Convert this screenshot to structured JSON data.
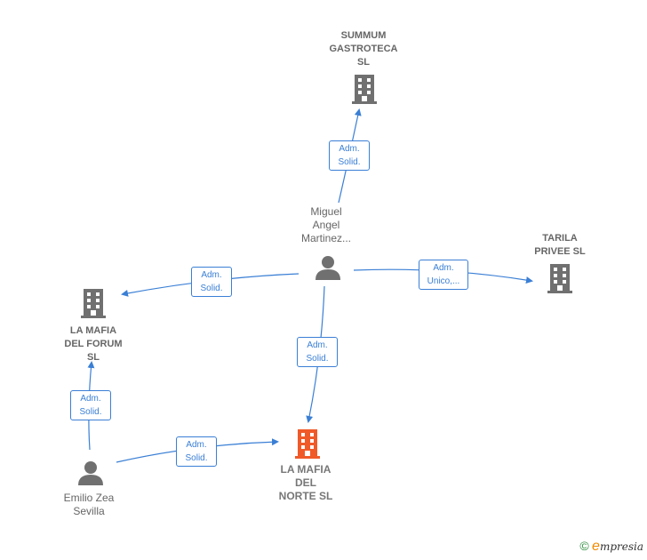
{
  "nodes": {
    "summum": {
      "label": "SUMMUM\nGASTROTECA\nSL",
      "kind": "company"
    },
    "tarila": {
      "label": "TARILA\nPRIVEE  SL",
      "kind": "company"
    },
    "forum": {
      "label": "LA MAFIA\nDEL FORUM\nSL",
      "kind": "company"
    },
    "norte": {
      "label": "LA MAFIA\nDEL\nNORTE  SL",
      "kind": "company-main"
    },
    "miguel": {
      "label": "Miguel\nAngel\nMartinez...",
      "kind": "person"
    },
    "emilio": {
      "label": "Emilio Zea\nSevilla",
      "kind": "person"
    }
  },
  "edges": [
    {
      "id": "miguel-summum",
      "label": "Adm.\nSolid."
    },
    {
      "id": "miguel-forum",
      "label": "Adm.\nSolid."
    },
    {
      "id": "miguel-tarila",
      "label": "Adm.\nUnico,..."
    },
    {
      "id": "miguel-norte",
      "label": "Adm.\nSolid."
    },
    {
      "id": "emilio-forum",
      "label": "Adm.\nSolid."
    },
    {
      "id": "emilio-norte",
      "label": "Adm.\nSolid."
    }
  ],
  "colors": {
    "edge": "#3a7fd5",
    "company": "#707070",
    "main_company": "#f05a28",
    "person": "#707070"
  },
  "footer": {
    "copyright": "©",
    "brand_initial": "e",
    "brand_rest": "mpresia"
  }
}
